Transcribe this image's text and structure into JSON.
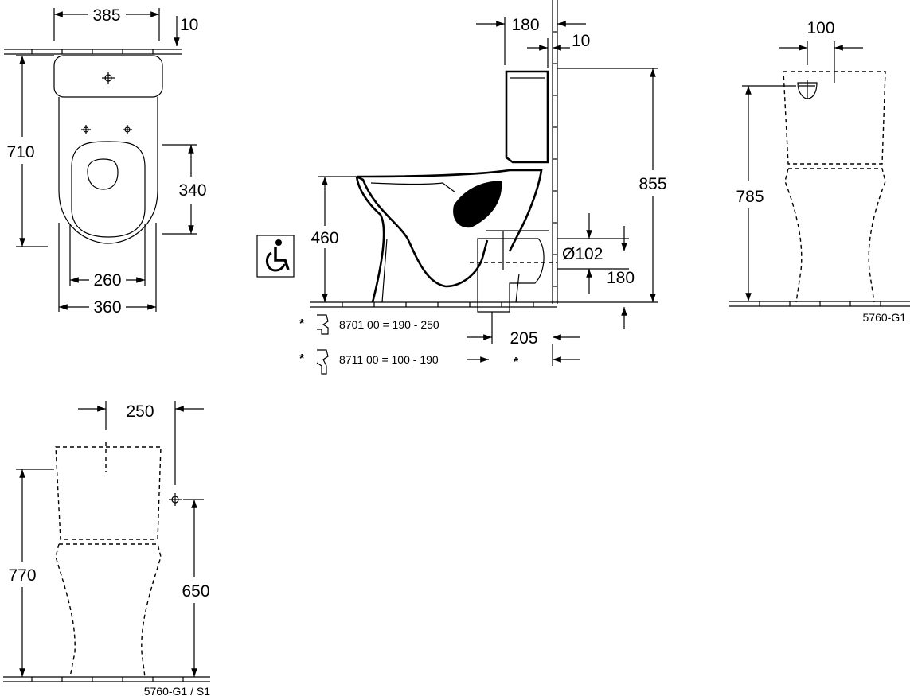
{
  "top_view": {
    "width_top": "385",
    "gap": "10",
    "depth": "710",
    "seat_depth": "340",
    "fix_width": "260",
    "base_width": "360"
  },
  "side_view": {
    "cistern_depth": "180",
    "wall_gap": "10",
    "total_height": "855",
    "seat_height": "460",
    "outlet_diameter": "Ø102",
    "outlet_height": "180",
    "outlet_offset": "205",
    "note1_star": "*",
    "note1_text": "8701 00 = 190 -  250",
    "note2_star": "*",
    "note2_text": "8711 00 =  100 - 190",
    "note_marker": "*"
  },
  "front_view_right": {
    "width": "100",
    "height": "785",
    "code": "5760-G1"
  },
  "front_view_left": {
    "width": "250",
    "height": "770",
    "fix_height": "650",
    "code": "5760-G1 / S1"
  },
  "icons": {
    "accessibility": "wheelchair-icon",
    "trap_s": "s-trap-icon",
    "trap_p": "p-trap-icon"
  }
}
